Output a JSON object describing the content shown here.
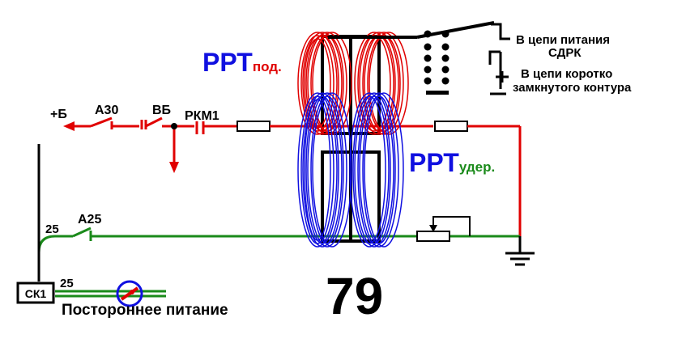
{
  "labels": {
    "plus_b": "+Б",
    "a30": "А30",
    "vb": "ВБ",
    "rkm1": "РКМ1",
    "a25": "А25",
    "wire_25_top": "25",
    "wire_25_bottom": "25",
    "ck1": "СК1",
    "external_power": "Постороннее питание",
    "number": "79"
  },
  "relay": {
    "name": "РРТ",
    "pickup_sub": "под.",
    "hold_sub": "удер."
  },
  "contacts": {
    "power_line1": "В цепи питания",
    "power_line2": "СДРК",
    "shortcircuit_line1": "В цепи коротко",
    "shortcircuit_line2": "замкнутого контура"
  },
  "colors": {
    "red_circuit": "#e00000",
    "green_circuit": "#1a8a1a",
    "blue_coil": "#1010e0",
    "red_coil": "#e00000",
    "black": "#000000"
  }
}
